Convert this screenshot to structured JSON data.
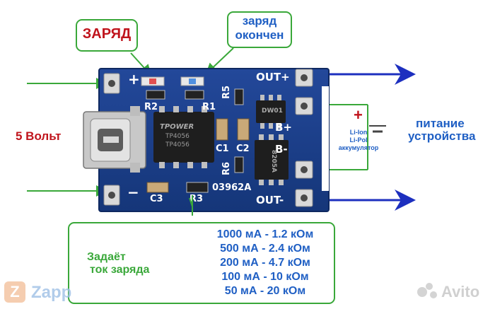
{
  "labels": {
    "charge": "ЗАРЯД",
    "charge_done_line1": "заряд",
    "charge_done_line2": "окончен",
    "volt": "5 Вольт",
    "power_line1": "питание",
    "power_line2": "устройства",
    "battery_line1": "Li-Ion",
    "battery_line2": "Li-Pol",
    "battery_line3": "аккумулятор",
    "plus_sign": "+",
    "current_title_line1": "Задаёт",
    "current_title_line2": "ток заряда"
  },
  "current_table": [
    "1000 мА - 1.2 кОм",
    "500 мА - 2.4 кОм",
    "200 мА - 4.7 кОм",
    "100 мА - 10 кОм",
    "50 мА - 20 кОм"
  ],
  "board": {
    "plus": "+",
    "minus": "−",
    "out_plus": "OUT+",
    "out_minus": "OUT-",
    "b_plus": "B+",
    "b_minus": "B-",
    "r1": "R1",
    "r2": "R2",
    "r3": "R3",
    "r5": "R5",
    "r6": "R6",
    "c1": "C1",
    "c2": "C2",
    "c3": "C3",
    "code": "03962A",
    "chip_brand": "TPOWER",
    "chip_model": "TP4056",
    "chip_model2": "TP4056",
    "fet_label": "8205A",
    "dw_label": "DW01"
  },
  "watermarks": {
    "left": "Zapp",
    "right": "Avito"
  },
  "colors": {
    "green": "#3aa83a",
    "red": "#c0141c",
    "blue": "#1f5fc4",
    "arrow_blue": "#1d2fbf",
    "pcb": "#1a3f8f"
  }
}
